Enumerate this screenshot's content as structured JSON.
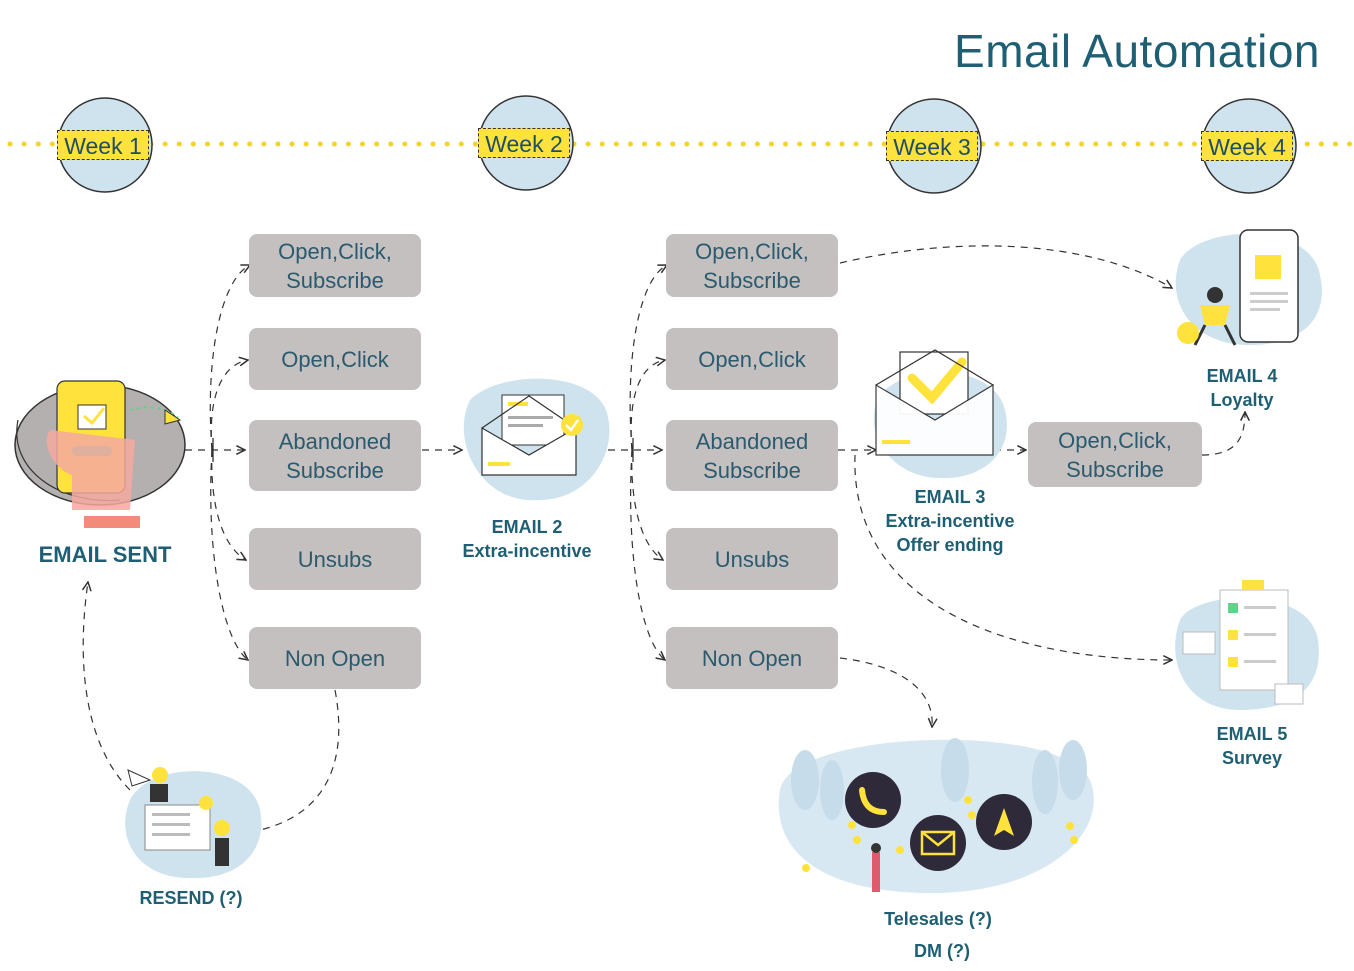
{
  "title": "Email Automation",
  "weeks": [
    "Week 1",
    "Week 2",
    "Week 3",
    "Week 4"
  ],
  "stage1_boxes": [
    "Open,Click,\nSubscribe",
    "Open,Click",
    "Abandoned\nSubscribe",
    "Unsubs",
    "Non Open"
  ],
  "stage2_boxes": [
    "Open,Click,\nSubscribe",
    "Open,Click",
    "Abandoned\nSubscribe",
    "Unsubs",
    "Non Open"
  ],
  "email3_result": "Open,Click,\nSubscribe",
  "nodes": {
    "email_sent": "EMAIL SENT",
    "email2": "EMAIL 2\nExtra-incentive",
    "email3": "EMAIL 3\nExtra-incentive\nOffer ending",
    "email4": "EMAIL 4\nLoyalty",
    "email5": "EMAIL 5\nSurvey",
    "resend": "RESEND (?)",
    "telesales": "Telesales (?)",
    "dm": "DM (?)"
  },
  "colors": {
    "accent": "#ffe23b",
    "teal": "#1f5f73",
    "box": "#c4c0c0",
    "blob": "#d4e6f2"
  }
}
